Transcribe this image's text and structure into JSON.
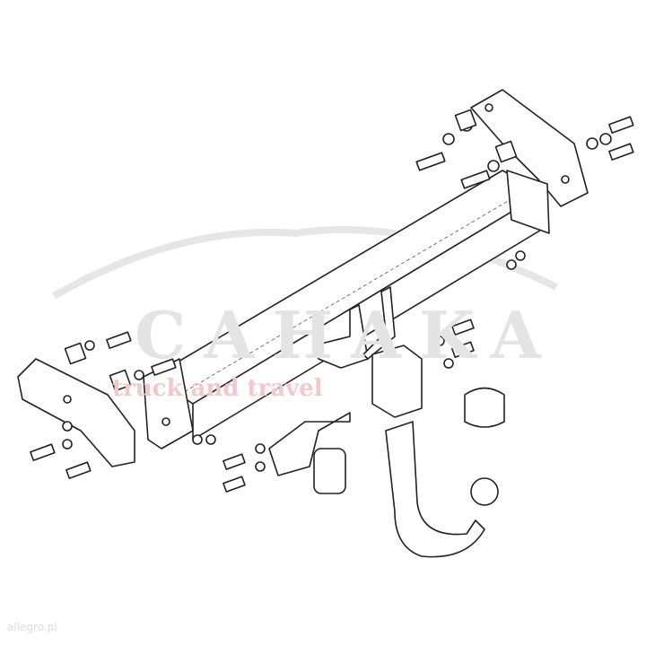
{
  "watermark": {
    "logo_text": "CAHAKA",
    "tagline": "truck and travel"
  },
  "corner_mark": "allegro.pl",
  "colors": {
    "line": "#222222",
    "watermark": "#e4e4e4",
    "tagline": "#f1c9c9"
  }
}
